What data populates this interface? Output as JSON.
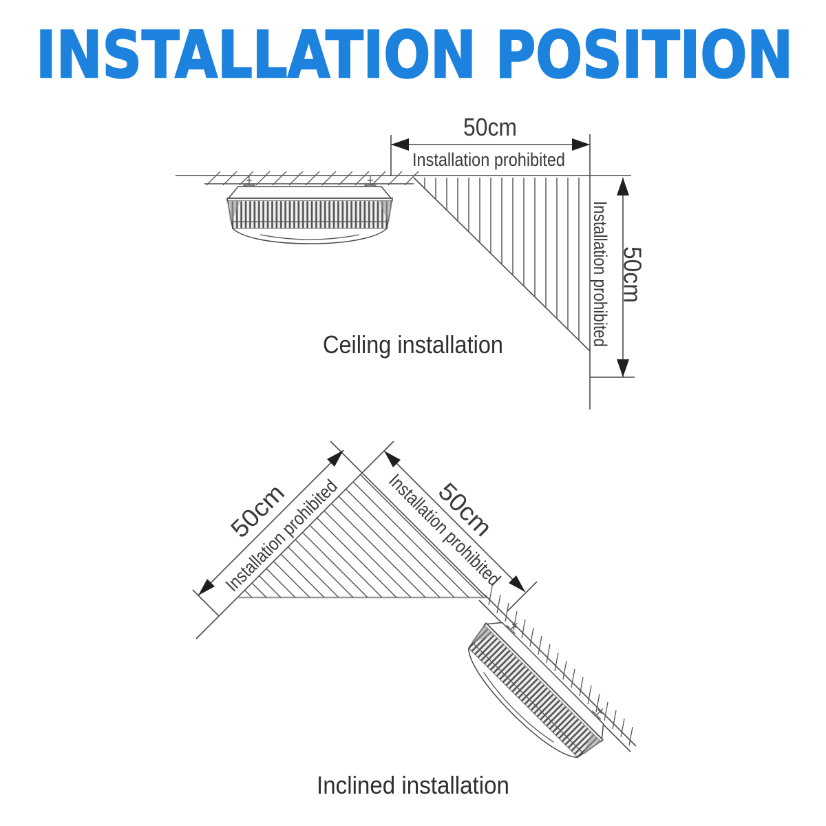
{
  "title": "INSTALLATION POSITION",
  "colors": {
    "title_blue": "#1d82dd",
    "line_gray": "#4a4a4a",
    "label_gray": "#3a3a3a",
    "arrow_black": "#1f1f1f"
  },
  "ceiling_diagram": {
    "caption": "Ceiling installation",
    "horizontal_dimension": {
      "label": "50cm",
      "note": "Installation prohibited"
    },
    "vertical_dimension": {
      "label": "50cm",
      "note": "Installation prohibited"
    }
  },
  "inclined_diagram": {
    "caption": "Inclined installation",
    "left_dimension": {
      "label": "50cm",
      "note": "Installation prohibited"
    },
    "right_dimension": {
      "label": "50cm",
      "note": "Installation prohibited"
    }
  }
}
